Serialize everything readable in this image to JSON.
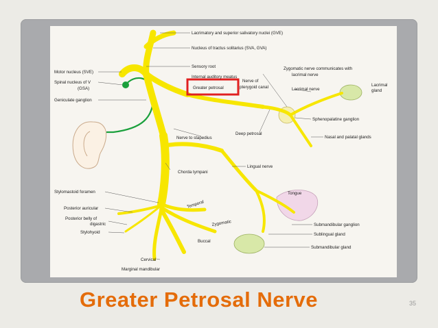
{
  "slide": {
    "title": "Greater Petrosal Nerve",
    "number": "35"
  },
  "colors": {
    "nerve": "#f7e600",
    "nerve_edge": "#d4b800",
    "motor_fiber": "#1aa03c",
    "highlight_box": "#e02020",
    "title": "#e46c0a"
  },
  "labels": {
    "lacrimatory_nuclei": "Lacrimatory and superior salivatory nuclei (GVE)",
    "tractus_solitarius": "Nucleus of tractus solitarius (SVA, GVA)",
    "sensory_root": "Sensory root",
    "internal_auditory_meatus": "Internal auditory meatus",
    "greater_petrosal": "Greater petrosal",
    "nerve_of_pterygoid_canal_1": "Nerve of",
    "nerve_of_pterygoid_canal_2": "pterygoid canal",
    "zygomatic_communicates_1": "Zygomatic nerve communicates with",
    "zygomatic_communicates_2": "lacrimal nerve",
    "lacrimal_nerve": "Lacrimal nerve",
    "lacrimal_gland_1": "Lacrimal",
    "lacrimal_gland_2": "gland",
    "motor_nucleus": "Motor nucleus (SVE)",
    "spinal_nucleus_1": "Spinal nucleus of V",
    "spinal_nucleus_2": "(GSA)",
    "geniculate_ganglion": "Geniculate ganglion",
    "sphenopalatine_ganglion": "Sphenopalatine ganglion",
    "deep_petrosal": "Deep petrosal",
    "nerve_to_stapedius": "Nerve to stapedius",
    "nasal_palatal_glands": "Nasal and palatal glands",
    "lingual_nerve": "Lingual nerve",
    "chorda_tympani": "Chorda tympani",
    "stylomastoid_foramen": "Stylomastoid foramen",
    "tongue": "Tongue",
    "posterior_auricular": "Posterior auricular",
    "posterior_belly_1": "Posterior belly of",
    "posterior_belly_2": "digastric",
    "stylohyoid": "Stylohyoid",
    "temporal": "Temporal",
    "zygomatic": "Zygomatic",
    "buccal": "Buccal",
    "submandibular_ganglion": "Submandibular ganglion",
    "sublingual_gland": "Sublingual gland",
    "submandibular_gland": "Submandibular gland",
    "cervical": "Cervical",
    "marginal_mandibular": "Marginal mandibular"
  }
}
